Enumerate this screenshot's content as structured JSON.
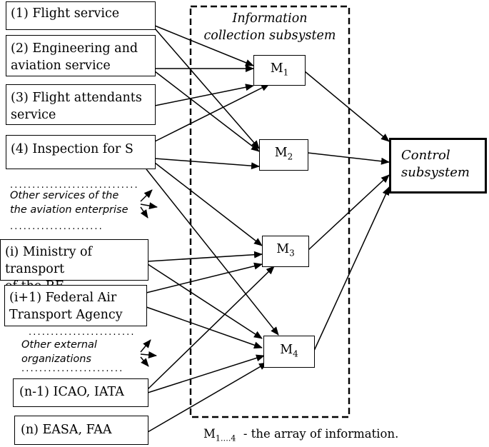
{
  "subsystem_label_line1": "Information",
  "subsystem_label_line2": "collection subsystem",
  "sources": [
    {
      "line1": "(1) Flight service",
      "line2": ""
    },
    {
      "line1": "(2) Engineering and",
      "line2": "aviation service"
    },
    {
      "line1": "(3) Flight attendants",
      "line2": "service"
    },
    {
      "line1": "(4) Inspection for S",
      "line2": ""
    },
    {
      "line1": "(i) Ministry of transport",
      "line2": "of the RF"
    },
    {
      "line1": "(i+1) Federal Air",
      "line2": "Transport Agency"
    },
    {
      "line1": "(n-1) ICAO, IATA",
      "line2": ""
    },
    {
      "line1": "(n) EASA, FAA",
      "line2": ""
    }
  ],
  "modules": [
    {
      "base": "M",
      "sub": "1"
    },
    {
      "base": "M",
      "sub": "2"
    },
    {
      "base": "M",
      "sub": "3"
    },
    {
      "base": "M",
      "sub": "4"
    }
  ],
  "control_line1": "Control",
  "control_line2": "subsystem",
  "other_services_line1": "Other services of the",
  "other_services_line2": "the aviation enterprise",
  "other_orgs_line1": "Other external",
  "other_orgs_line2": "organizations",
  "dots": "................................",
  "caption_base": "M",
  "caption_sub": "1….4",
  "caption_rest": "  - the array of information."
}
